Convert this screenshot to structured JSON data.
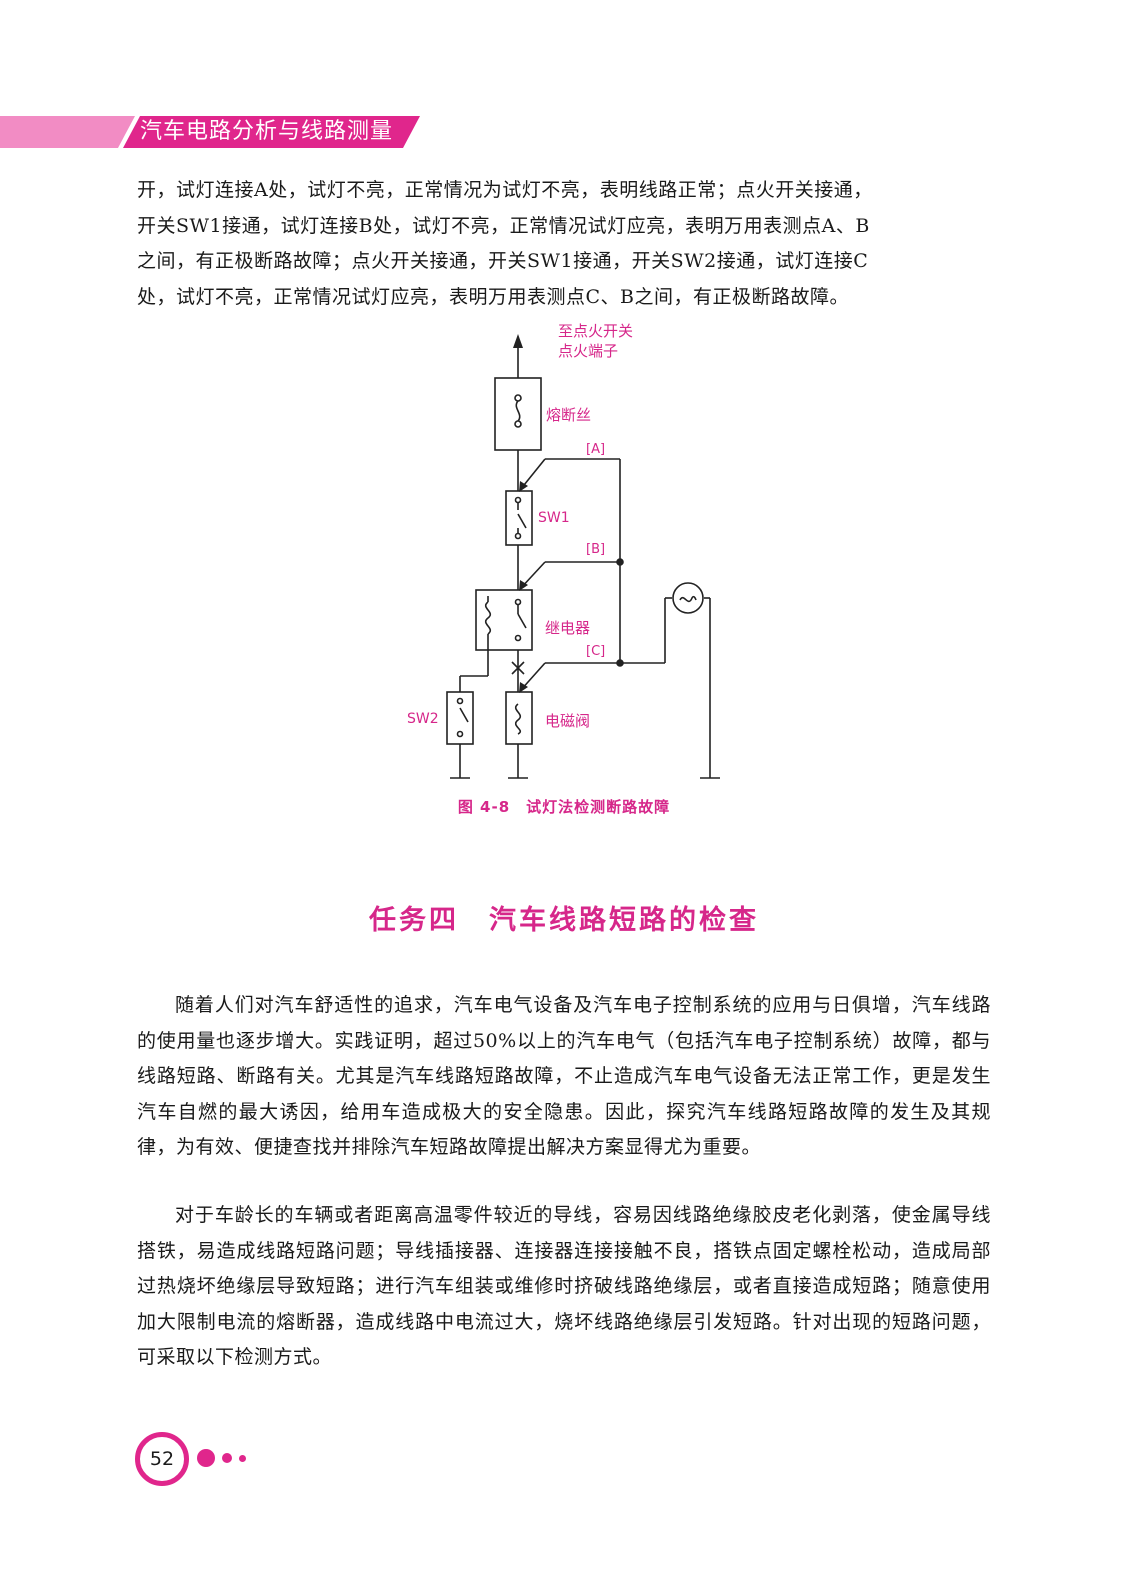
{
  "header": {
    "title": "汽车电路分析与线路测量"
  },
  "paragraph_1": {
    "line_1": "开，试灯连接A处，试灯不亮，正常情况为试灯不亮，表明线路正常；点火开关接通，",
    "line_2": "开关SW1接通，试灯连接B处，试灯不亮，正常情况试灯应亮，表明万用表测点A、B",
    "line_3": "之间，有正极断路故障；点火开关接通，开关SW1接通，开关SW2接通，试灯连接C",
    "line_4": "处，试灯不亮，正常情况试灯应亮，表明万用表测点C、B之间，有正极断路故障。"
  },
  "figure": {
    "label_top_1": "至点火开关",
    "label_top_2": "点火端子",
    "label_fuse": "熔断丝",
    "label_a": "[A]",
    "label_sw1": "SW1",
    "label_b": "[B]",
    "label_relay": "继电器",
    "label_c": "[C]",
    "label_sw2": "SW2",
    "label_solenoid": "电磁阀",
    "caption": "图 4-8　试灯法检测断路故障"
  },
  "section": {
    "title": "任务四　汽车线路短路的检查"
  },
  "paragraph_2": "随着人们对汽车舒适性的追求，汽车电气设备及汽车电子控制系统的应用与日俱增，汽车线路的使用量也逐步增大。实践证明，超过50%以上的汽车电气（包括汽车电子控制系统）故障，都与线路短路、断路有关。尤其是汽车线路短路故障，不止造成汽车电气设备无法正常工作，更是发生汽车自燃的最大诱因，给用车造成极大的安全隐患。因此，探究汽车线路短路故障的发生及其规律，为有效、便捷查找并排除汽车短路故障提出解决方案显得尤为重要。",
  "paragraph_3": "对于车龄长的车辆或者距离高温零件较近的导线，容易因线路绝缘胶皮老化剥落，使金属导线搭铁，易造成线路短路问题；导线插接器、连接器连接接触不良，搭铁点固定螺栓松动，造成局部过热烧坏绝缘层导致短路；进行汽车组装或维修时挤破线路绝缘层，或者直接造成短路；随意使用加大限制电流的熔断器，造成线路中电流过大，烧坏线路绝缘层引发短路。针对出现的短路问题，可采取以下检测方式。",
  "footer": {
    "page_number": "52"
  },
  "colors": {
    "accent": "#e0268c",
    "accent_light": "#f28cc4",
    "text": "#1a1a1a"
  }
}
